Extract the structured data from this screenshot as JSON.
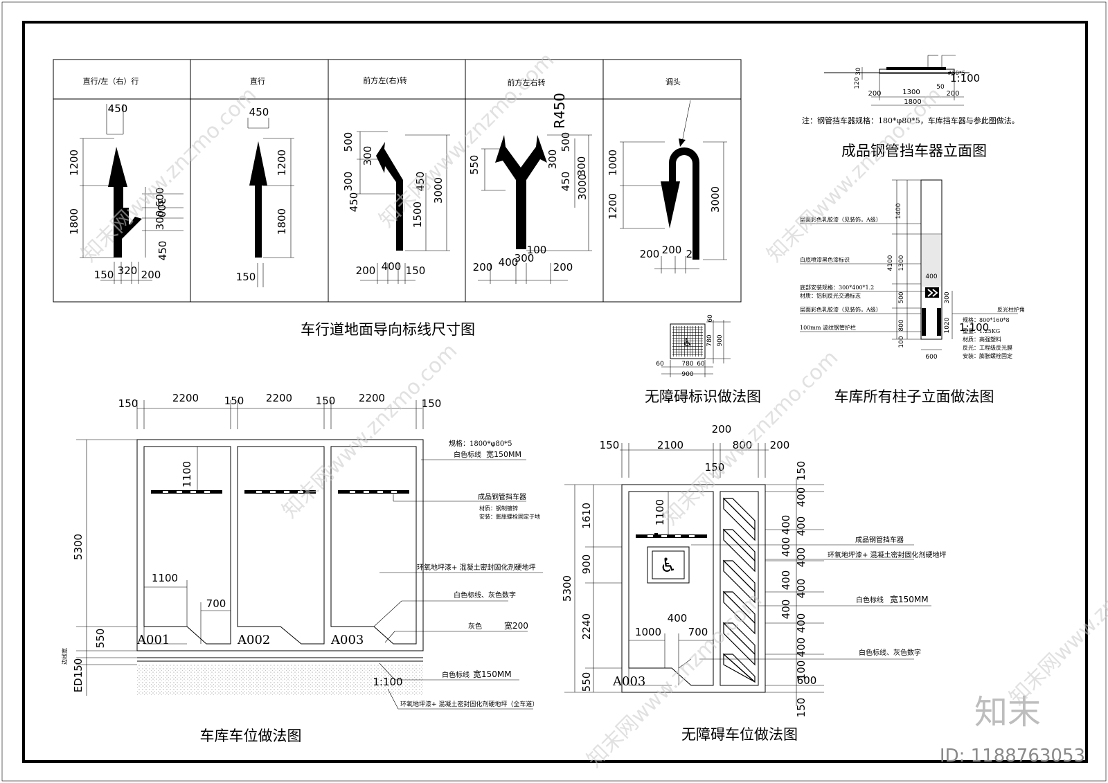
{
  "table": {
    "headers": [
      "直行/左（右）行",
      "直行",
      "前方左(右)转",
      "前方左右转",
      "调头"
    ]
  },
  "titles": {
    "arrows": "车行道地面导向标线尺寸图",
    "steel_elev": "成品钢管挡车器立面图",
    "column": "车库所有柱子立面做法图",
    "accessible_sign": "无障碍标识做法图",
    "parking": "车库车位做法图",
    "accessible_parking": "无障碍车位做法图"
  },
  "arrow_dims": {
    "a1": [
      "450",
      "1200",
      "1800",
      "300",
      "300",
      "600",
      "450",
      "150",
      "320",
      "200"
    ],
    "a2": [
      "450",
      "1200",
      "1800",
      "150"
    ],
    "a3": [
      "300",
      "500",
      "300",
      "450",
      "450",
      "1500",
      "3000",
      "200",
      "400",
      "150"
    ],
    "a4": [
      "550",
      "R450",
      "500",
      "300",
      "450",
      "3000",
      "300",
      "100",
      "200",
      "400",
      "300",
      "200"
    ],
    "a5": [
      "1000",
      "1200",
      "3000",
      "200",
      "200",
      "20"
    ]
  },
  "steel_elev": {
    "dims": [
      "120",
      "30",
      "200",
      "1300",
      "200",
      "1800",
      "50"
    ],
    "scale": "1:100",
    "spec": "#50*5",
    "note": "注：钢管挡车器规格：180*φ80*5，车库挡车器与参此图做法。"
  },
  "column": {
    "labels": [
      "层面彩色乳胶漆（见装饰，A级）",
      "白底喷漆黑色漆标识",
      "底部安装规格：300*400*1.2",
      "材质：铝制反光交通标志",
      "层面彩色乳胶漆（见装饰，A级）",
      "100mm 波纹钢管护栏"
    ],
    "dims": [
      "1400",
      "4100",
      "1300",
      "400",
      "500",
      "300",
      "800",
      "1020",
      "100",
      "600"
    ],
    "scale": "1:100",
    "notes": [
      "规格：800*160*8",
      "重量：1.25KG",
      "材质：高强塑料",
      "反光：工程级反光膜",
      "安装：膨胀螺栓固定"
    ],
    "note_head": "反光柱护角"
  },
  "accessible_sign": {
    "dims": [
      "60",
      "780",
      "900",
      "60",
      "780",
      "60",
      "900"
    ]
  },
  "parking": {
    "top_dims": [
      "150",
      "2200",
      "150",
      "2200",
      "150",
      "2200",
      "150"
    ],
    "dims": [
      "1100",
      "5300",
      "1100",
      "700",
      "550",
      "150",
      "ED1"
    ],
    "labels": [
      "A001",
      "A002",
      "A003"
    ],
    "side_dim": "边线宽",
    "notes": [
      "规格：1800*φ80*5",
      "白色标线",
      "宽150MM",
      "成品钢管挡车器",
      "材质：钢制镀锌",
      "安装：膨胀螺栓固定于地",
      "环氧地坪漆+ 混凝土密封固化剂硬地坪",
      "白色标线、灰色数字",
      "灰色",
      "宽200",
      "白色标线",
      "宽150MM",
      "1:100",
      "环氧地坪漆+ 混凝土密封固化剂硬地坪（全车道）"
    ]
  },
  "accessible_parking": {
    "top_dims": [
      "150",
      "2100",
      "200",
      "150",
      "800",
      "200"
    ],
    "left_dims": [
      "1610",
      "900",
      "5300",
      "2240",
      "550"
    ],
    "inner_dims": [
      "1100",
      "400",
      "1000",
      "700"
    ],
    "right_dims": [
      "150",
      "400",
      "400",
      "400",
      "400",
      "400",
      "400",
      "400",
      "400",
      "400",
      "400",
      "100",
      "600",
      "150"
    ],
    "label": "A003",
    "notes": [
      "成品钢管挡车器",
      "环氧地坪漆+ 混凝土密封固化剂硬地坪",
      "白色标线",
      "宽150MM",
      "白色标线、灰色数字"
    ]
  },
  "watermark": {
    "logo": "知末",
    "id": "ID: 1188763053",
    "text": "知末网www.znzmo.com"
  }
}
